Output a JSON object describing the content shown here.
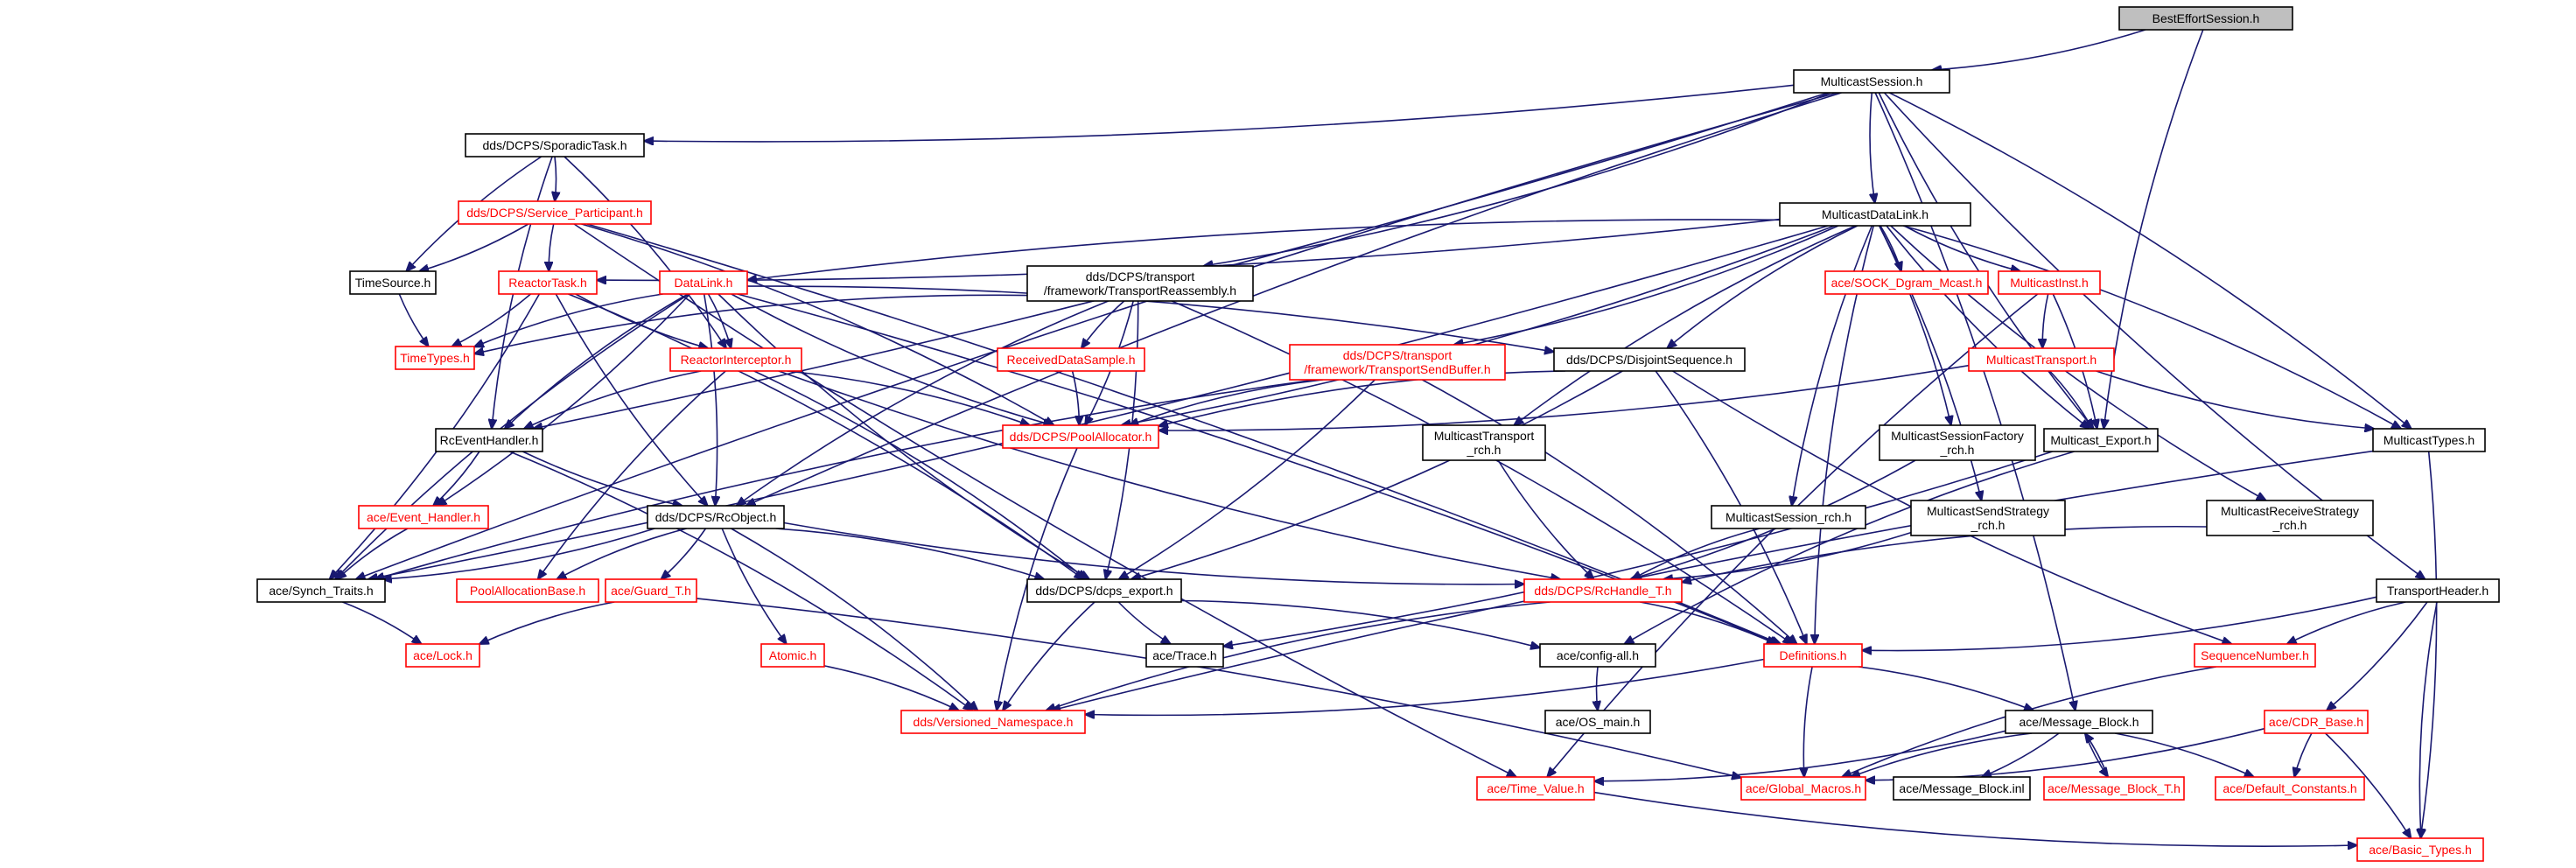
{
  "diagram": {
    "colors": {
      "edge": "#191970",
      "node_border": "#000000",
      "incomplete_node": "#ff0000",
      "root_fill": "#bfbfbf",
      "background": "#ffffff"
    },
    "nodes": {
      "best_effort_session": {
        "label": [
          "BestEffortSession.h"
        ],
        "kind": "root"
      },
      "multicast_session": {
        "label": [
          "MulticastSession.h"
        ],
        "kind": "normal"
      },
      "sporadic_task": {
        "label": [
          "dds/DCPS/SporadicTask.h"
        ],
        "kind": "normal"
      },
      "multicast_data_link": {
        "label": [
          "MulticastDataLink.h"
        ],
        "kind": "normal"
      },
      "service_participant": {
        "label": [
          "dds/DCPS/Service_Participant.h"
        ],
        "kind": "red"
      },
      "time_source": {
        "label": [
          "TimeSource.h"
        ],
        "kind": "normal"
      },
      "reactor_task": {
        "label": [
          "ReactorTask.h"
        ],
        "kind": "red"
      },
      "data_link": {
        "label": [
          "DataLink.h"
        ],
        "kind": "red"
      },
      "transport_reassembly": {
        "label": [
          "dds/DCPS/transport",
          "/framework/TransportReassembly.h"
        ],
        "kind": "normal"
      },
      "sock_dgram_mcast": {
        "label": [
          "ace/SOCK_Dgram_Mcast.h"
        ],
        "kind": "red"
      },
      "multicast_inst": {
        "label": [
          "MulticastInst.h"
        ],
        "kind": "red"
      },
      "time_types": {
        "label": [
          "TimeTypes.h"
        ],
        "kind": "red"
      },
      "reactor_interceptor": {
        "label": [
          "ReactorInterceptor.h"
        ],
        "kind": "red"
      },
      "received_data_sample": {
        "label": [
          "ReceivedDataSample.h"
        ],
        "kind": "red"
      },
      "transport_send_buffer": {
        "label": [
          "dds/DCPS/transport",
          "/framework/TransportSendBuffer.h"
        ],
        "kind": "red"
      },
      "disjoint_sequence": {
        "label": [
          "dds/DCPS/DisjointSequence.h"
        ],
        "kind": "normal"
      },
      "multicast_transport": {
        "label": [
          "MulticastTransport.h"
        ],
        "kind": "red"
      },
      "pool_allocator": {
        "label": [
          "dds/DCPS/PoolAllocator.h"
        ],
        "kind": "red"
      },
      "rc_event_handler": {
        "label": [
          "RcEventHandler.h"
        ],
        "kind": "normal"
      },
      "multicast_transport_rch": {
        "label": [
          "MulticastTransport",
          "_rch.h"
        ],
        "kind": "normal"
      },
      "multicast_session_factory_rch": {
        "label": [
          "MulticastSessionFactory",
          "_rch.h"
        ],
        "kind": "normal"
      },
      "multicast_export": {
        "label": [
          "Multicast_Export.h"
        ],
        "kind": "normal"
      },
      "multicast_types": {
        "label": [
          "MulticastTypes.h"
        ],
        "kind": "normal"
      },
      "event_handler": {
        "label": [
          "ace/Event_Handler.h"
        ],
        "kind": "red"
      },
      "rc_object": {
        "label": [
          "dds/DCPS/RcObject.h"
        ],
        "kind": "normal"
      },
      "multicast_session_rch": {
        "label": [
          "MulticastSession_rch.h"
        ],
        "kind": "normal"
      },
      "multicast_send_strategy_rch": {
        "label": [
          "MulticastSendStrategy",
          "_rch.h"
        ],
        "kind": "normal"
      },
      "multicast_receive_strategy_rch": {
        "label": [
          "MulticastReceiveStrategy",
          "_rch.h"
        ],
        "kind": "normal"
      },
      "synch_traits": {
        "label": [
          "ace/Synch_Traits.h"
        ],
        "kind": "normal"
      },
      "pool_allocation_base": {
        "label": [
          "PoolAllocationBase.h"
        ],
        "kind": "red"
      },
      "guard_t": {
        "label": [
          "ace/Guard_T.h"
        ],
        "kind": "red"
      },
      "dcps_export": {
        "label": [
          "dds/DCPS/dcps_export.h"
        ],
        "kind": "normal"
      },
      "rc_handle_t": {
        "label": [
          "dds/DCPS/RcHandle_T.h"
        ],
        "kind": "red"
      },
      "transport_header": {
        "label": [
          "TransportHeader.h"
        ],
        "kind": "normal"
      },
      "lock": {
        "label": [
          "ace/Lock.h"
        ],
        "kind": "red"
      },
      "atomic": {
        "label": [
          "Atomic.h"
        ],
        "kind": "red"
      },
      "trace": {
        "label": [
          "ace/Trace.h"
        ],
        "kind": "normal"
      },
      "config_all": {
        "label": [
          "ace/config-all.h"
        ],
        "kind": "normal"
      },
      "definitions": {
        "label": [
          "Definitions.h"
        ],
        "kind": "red"
      },
      "sequence_number": {
        "label": [
          "SequenceNumber.h"
        ],
        "kind": "red"
      },
      "os_main": {
        "label": [
          "ace/OS_main.h"
        ],
        "kind": "normal"
      },
      "versioned_namespace": {
        "label": [
          "dds/Versioned_Namespace.h"
        ],
        "kind": "red"
      },
      "message_block": {
        "label": [
          "ace/Message_Block.h"
        ],
        "kind": "normal"
      },
      "cdr_base": {
        "label": [
          "ace/CDR_Base.h"
        ],
        "kind": "red"
      },
      "time_value": {
        "label": [
          "ace/Time_Value.h"
        ],
        "kind": "red"
      },
      "global_macros": {
        "label": [
          "ace/Global_Macros.h"
        ],
        "kind": "red"
      },
      "message_block_inl": {
        "label": [
          "ace/Message_Block.inl"
        ],
        "kind": "normal"
      },
      "message_block_t": {
        "label": [
          "ace/Message_Block_T.h"
        ],
        "kind": "red"
      },
      "default_constants": {
        "label": [
          "ace/Default_Constants.h"
        ],
        "kind": "red"
      },
      "basic_types": {
        "label": [
          "ace/Basic_Types.h"
        ],
        "kind": "red"
      }
    },
    "edges": [
      [
        "best_effort_session",
        "multicast_session"
      ],
      [
        "best_effort_session",
        "multicast_export"
      ],
      [
        "multicast_session",
        "sporadic_task"
      ],
      [
        "multicast_session",
        "multicast_data_link"
      ],
      [
        "multicast_session",
        "transport_reassembly"
      ],
      [
        "multicast_session",
        "multicast_export"
      ],
      [
        "multicast_session",
        "multicast_types"
      ],
      [
        "multicast_session",
        "transport_header"
      ],
      [
        "multicast_session",
        "message_block"
      ],
      [
        "multicast_session",
        "synch_traits"
      ],
      [
        "multicast_session",
        "rc_event_handler"
      ],
      [
        "multicast_session",
        "rc_object"
      ],
      [
        "sporadic_task",
        "service_participant"
      ],
      [
        "sporadic_task",
        "time_source"
      ],
      [
        "sporadic_task",
        "reactor_interceptor"
      ],
      [
        "sporadic_task",
        "rc_event_handler"
      ],
      [
        "service_participant",
        "time_source"
      ],
      [
        "service_participant",
        "reactor_task"
      ],
      [
        "service_participant",
        "pool_allocator"
      ],
      [
        "service_participant",
        "time_value"
      ],
      [
        "service_participant",
        "definitions"
      ],
      [
        "time_source",
        "time_types"
      ],
      [
        "multicast_data_link",
        "reactor_task"
      ],
      [
        "multicast_data_link",
        "data_link"
      ],
      [
        "multicast_data_link",
        "sock_dgram_mcast"
      ],
      [
        "multicast_data_link",
        "multicast_inst"
      ],
      [
        "multicast_data_link",
        "transport_send_buffer"
      ],
      [
        "multicast_data_link",
        "disjoint_sequence"
      ],
      [
        "multicast_data_link",
        "pool_allocator"
      ],
      [
        "multicast_data_link",
        "multicast_transport_rch"
      ],
      [
        "multicast_data_link",
        "multicast_session_factory_rch"
      ],
      [
        "multicast_data_link",
        "multicast_export"
      ],
      [
        "multicast_data_link",
        "multicast_types"
      ],
      [
        "multicast_data_link",
        "multicast_session_rch"
      ],
      [
        "multicast_data_link",
        "multicast_send_strategy_rch"
      ],
      [
        "multicast_data_link",
        "multicast_receive_strategy_rch"
      ],
      [
        "multicast_data_link",
        "synch_traits"
      ],
      [
        "multicast_data_link",
        "definitions"
      ],
      [
        "reactor_task",
        "time_types"
      ],
      [
        "reactor_task",
        "reactor_interceptor"
      ],
      [
        "reactor_task",
        "synch_traits"
      ],
      [
        "reactor_task",
        "rc_object"
      ],
      [
        "reactor_task",
        "dcps_export"
      ],
      [
        "data_link",
        "time_types"
      ],
      [
        "data_link",
        "reactor_interceptor"
      ],
      [
        "data_link",
        "rc_event_handler"
      ],
      [
        "data_link",
        "event_handler"
      ],
      [
        "data_link",
        "synch_traits"
      ],
      [
        "data_link",
        "rc_object"
      ],
      [
        "data_link",
        "pool_allocator"
      ],
      [
        "data_link",
        "disjoint_sequence"
      ],
      [
        "data_link",
        "dcps_export"
      ],
      [
        "data_link",
        "definitions"
      ],
      [
        "transport_reassembly",
        "received_data_sample"
      ],
      [
        "transport_reassembly",
        "pool_allocator"
      ],
      [
        "transport_reassembly",
        "rc_object"
      ],
      [
        "transport_reassembly",
        "dcps_export"
      ],
      [
        "transport_reassembly",
        "time_types"
      ],
      [
        "transport_reassembly",
        "definitions"
      ],
      [
        "multicast_inst",
        "multicast_transport"
      ],
      [
        "multicast_inst",
        "multicast_export"
      ],
      [
        "multicast_inst",
        "time_value"
      ],
      [
        "multicast_transport",
        "multicast_export"
      ],
      [
        "multicast_transport",
        "multicast_types"
      ],
      [
        "multicast_transport",
        "pool_allocator"
      ],
      [
        "reactor_interceptor",
        "rc_event_handler"
      ],
      [
        "reactor_interceptor",
        "pool_allocator"
      ],
      [
        "reactor_interceptor",
        "pool_allocation_base"
      ],
      [
        "reactor_interceptor",
        "dcps_export"
      ],
      [
        "reactor_interceptor",
        "rc_handle_t"
      ],
      [
        "received_data_sample",
        "pool_allocator"
      ],
      [
        "transport_send_buffer",
        "pool_allocator"
      ],
      [
        "transport_send_buffer",
        "dcps_export"
      ],
      [
        "transport_send_buffer",
        "synch_traits"
      ],
      [
        "transport_send_buffer",
        "definitions"
      ],
      [
        "disjoint_sequence",
        "pool_allocator"
      ],
      [
        "disjoint_sequence",
        "dcps_export"
      ],
      [
        "disjoint_sequence",
        "sequence_number"
      ],
      [
        "disjoint_sequence",
        "definitions"
      ],
      [
        "pool_allocator",
        "versioned_namespace"
      ],
      [
        "rc_event_handler",
        "event_handler"
      ],
      [
        "rc_event_handler",
        "rc_object"
      ],
      [
        "rc_event_handler",
        "versioned_namespace"
      ],
      [
        "multicast_transport_rch",
        "rc_handle_t"
      ],
      [
        "multicast_session_factory_rch",
        "rc_handle_t"
      ],
      [
        "multicast_export",
        "config_all"
      ],
      [
        "multicast_export",
        "trace"
      ],
      [
        "multicast_types",
        "versioned_namespace"
      ],
      [
        "multicast_types",
        "basic_types"
      ],
      [
        "event_handler",
        "synch_traits"
      ],
      [
        "rc_object",
        "synch_traits"
      ],
      [
        "rc_object",
        "pool_allocation_base"
      ],
      [
        "rc_object",
        "guard_t"
      ],
      [
        "rc_object",
        "atomic"
      ],
      [
        "rc_object",
        "dcps_export"
      ],
      [
        "rc_object",
        "rc_handle_t"
      ],
      [
        "rc_object",
        "versioned_namespace"
      ],
      [
        "multicast_session_rch",
        "rc_handle_t"
      ],
      [
        "multicast_send_strategy_rch",
        "rc_handle_t"
      ],
      [
        "multicast_receive_strategy_rch",
        "rc_handle_t"
      ],
      [
        "synch_traits",
        "lock"
      ],
      [
        "guard_t",
        "lock"
      ],
      [
        "guard_t",
        "global_macros"
      ],
      [
        "dcps_export",
        "trace"
      ],
      [
        "dcps_export",
        "config_all"
      ],
      [
        "dcps_export",
        "versioned_namespace"
      ],
      [
        "rc_handle_t",
        "definitions"
      ],
      [
        "rc_handle_t",
        "versioned_namespace"
      ],
      [
        "transport_header",
        "definitions"
      ],
      [
        "transport_header",
        "sequence_number"
      ],
      [
        "transport_header",
        "cdr_base"
      ],
      [
        "transport_header",
        "basic_types"
      ],
      [
        "atomic",
        "versioned_namespace"
      ],
      [
        "config_all",
        "os_main"
      ],
      [
        "definitions",
        "versioned_namespace"
      ],
      [
        "definitions",
        "global_macros"
      ],
      [
        "definitions",
        "message_block"
      ],
      [
        "sequence_number",
        "global_macros"
      ],
      [
        "message_block",
        "time_value"
      ],
      [
        "message_block",
        "global_macros"
      ],
      [
        "message_block",
        "message_block_inl"
      ],
      [
        "message_block",
        "message_block_t"
      ],
      [
        "message_block",
        "default_constants"
      ],
      [
        "message_block_t",
        "message_block"
      ],
      [
        "cdr_base",
        "global_macros"
      ],
      [
        "cdr_base",
        "default_constants"
      ],
      [
        "cdr_base",
        "basic_types"
      ],
      [
        "time_value",
        "basic_types"
      ]
    ]
  }
}
